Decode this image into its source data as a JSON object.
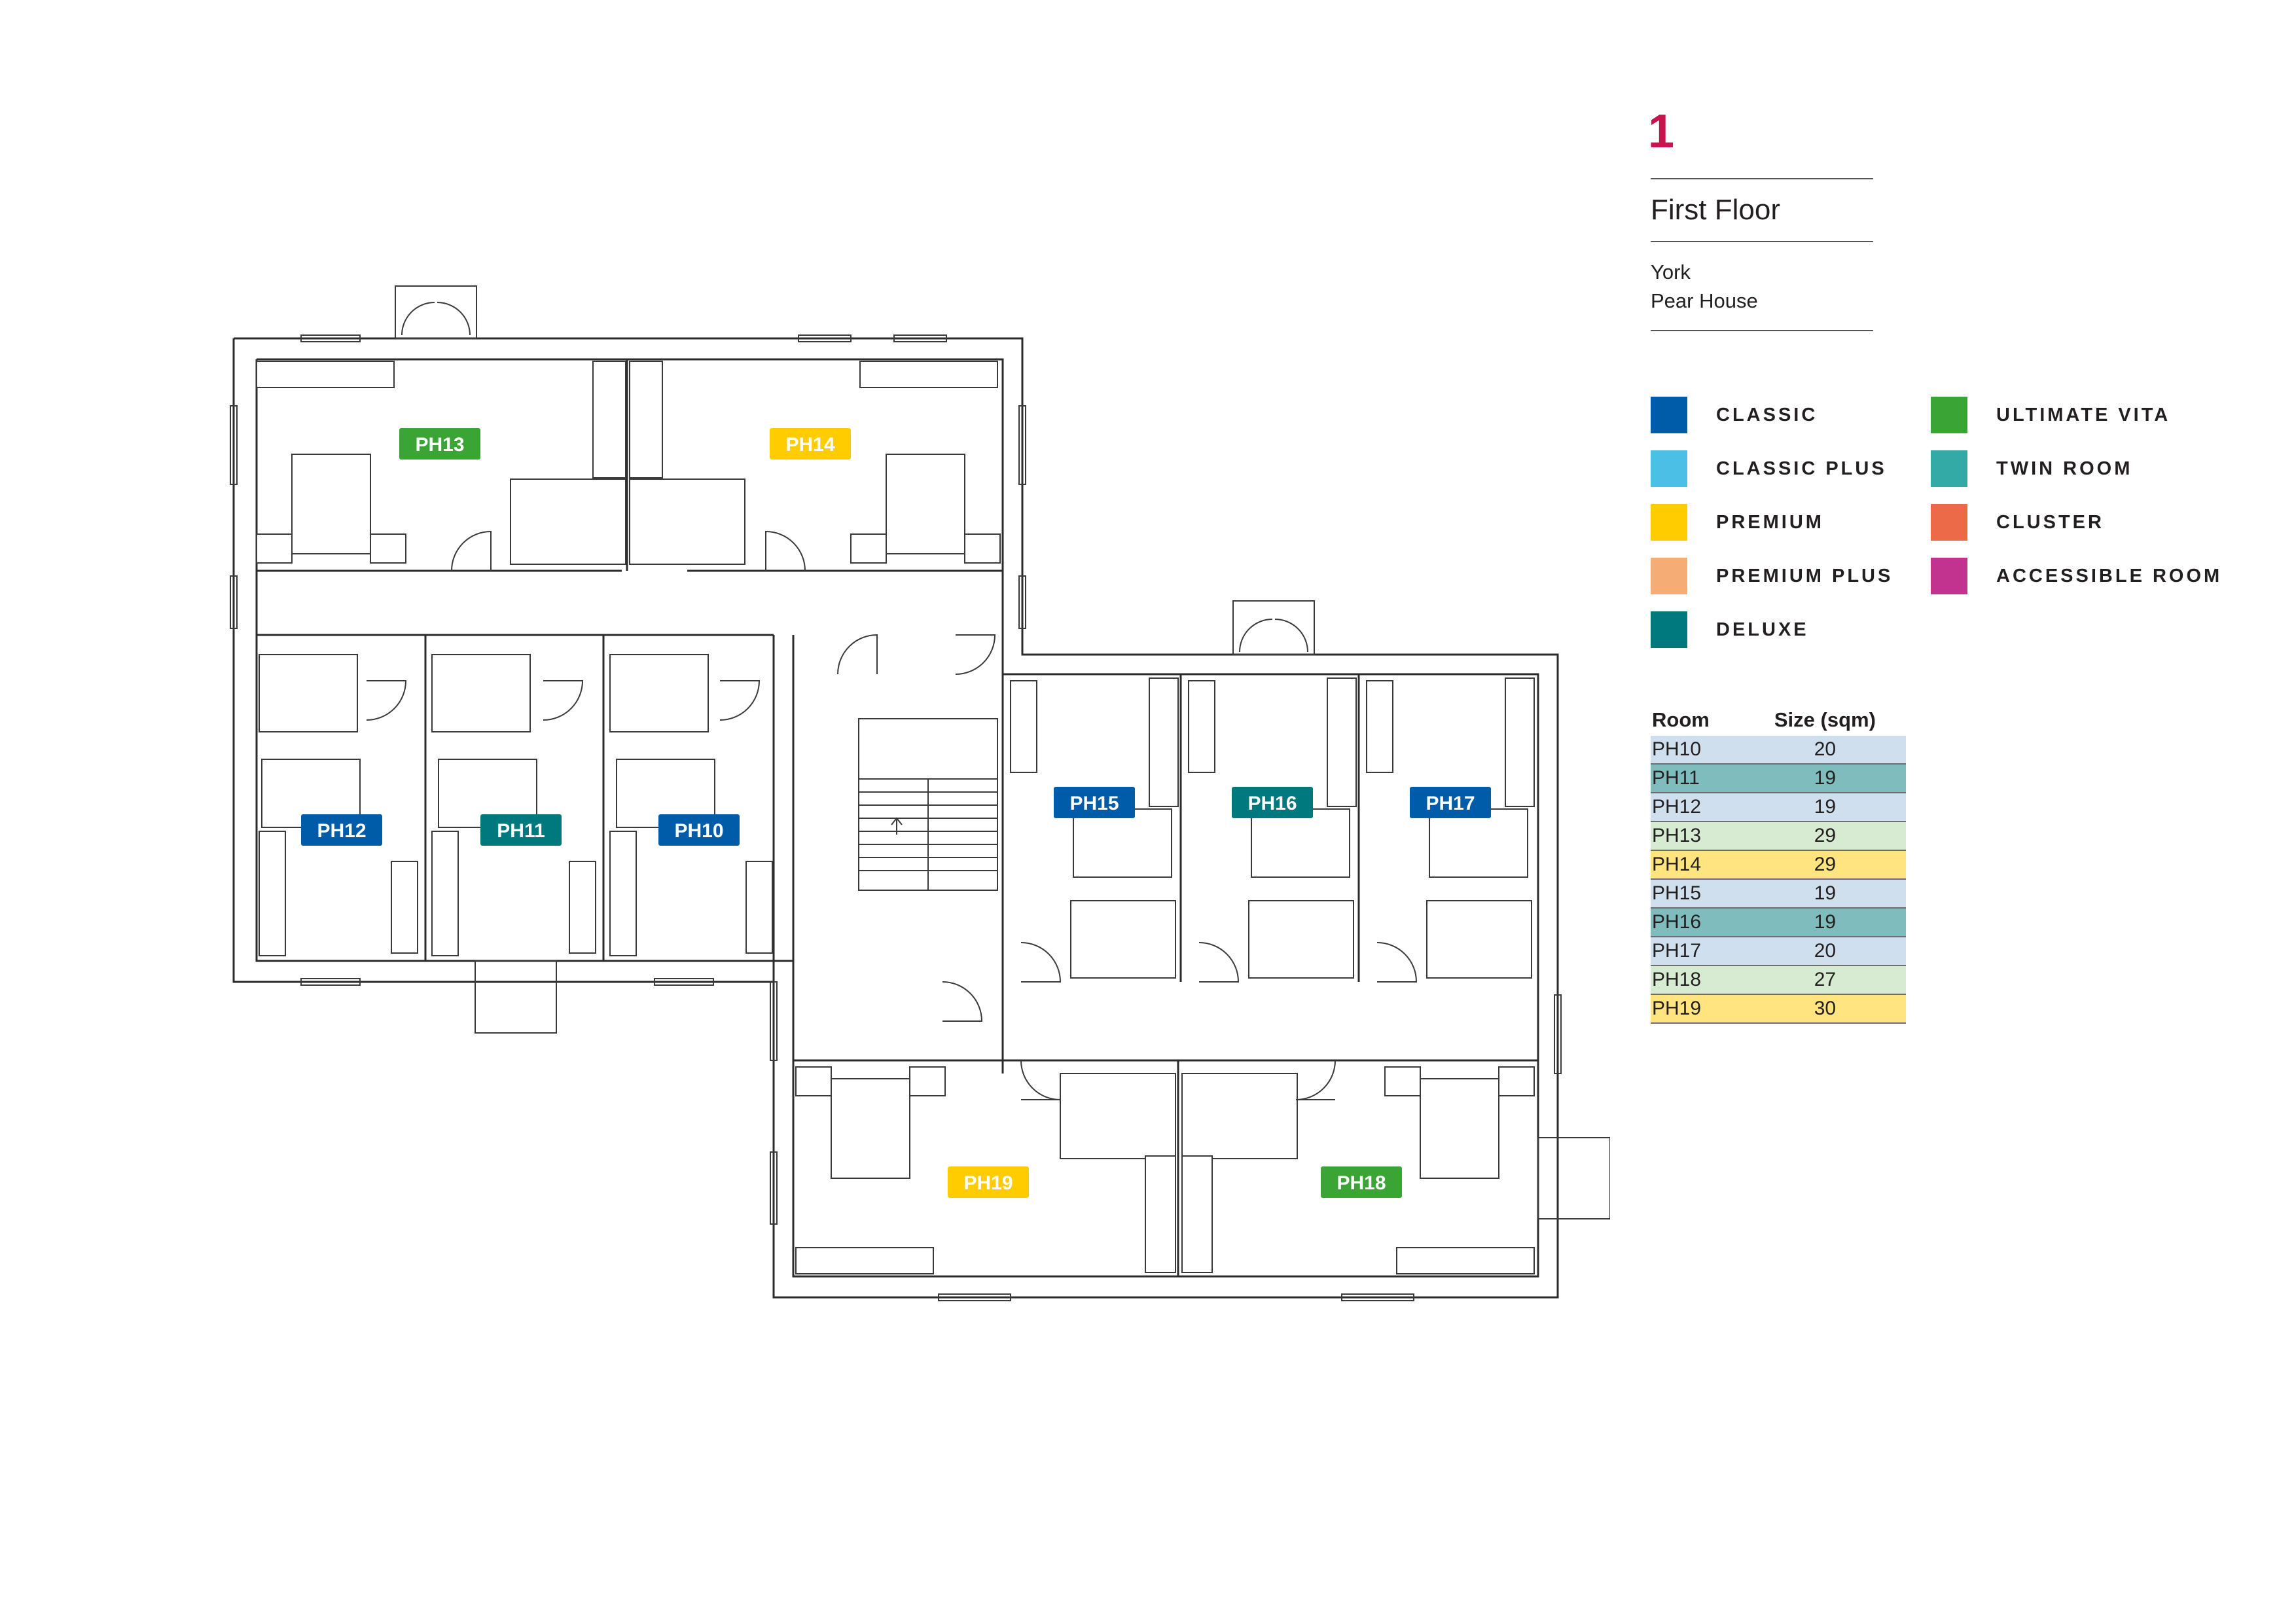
{
  "header": {
    "floor_number": "1",
    "floor_name": "First Floor",
    "location_line1": "York",
    "location_line2": "Pear House"
  },
  "legend": [
    {
      "label": "CLASSIC",
      "color": "#005ca9"
    },
    {
      "label": "CLASSIC PLUS",
      "color": "#4bbfe6"
    },
    {
      "label": "PREMIUM",
      "color": "#ffcc00"
    },
    {
      "label": "PREMIUM PLUS",
      "color": "#f6ac75"
    },
    {
      "label": "DELUXE",
      "color": "#00797e"
    },
    {
      "label": "ULTIMATE VITA",
      "color": "#3aa435"
    },
    {
      "label": "TWIN ROOM",
      "color": "#33aaa6"
    },
    {
      "label": "CLUSTER",
      "color": "#ec6a47"
    },
    {
      "label": "ACCESSIBLE ROOM",
      "color": "#c2338f"
    }
  ],
  "rooms": [
    {
      "id": "PH13",
      "type": "ULTIMATE VITA",
      "color": "#3aa435"
    },
    {
      "id": "PH14",
      "type": "PREMIUM",
      "color": "#ffcc00"
    },
    {
      "id": "PH12",
      "type": "CLASSIC",
      "color": "#005ca9"
    },
    {
      "id": "PH11",
      "type": "DELUXE",
      "color": "#00797e"
    },
    {
      "id": "PH10",
      "type": "CLASSIC",
      "color": "#005ca9"
    },
    {
      "id": "PH15",
      "type": "CLASSIC",
      "color": "#005ca9"
    },
    {
      "id": "PH16",
      "type": "DELUXE",
      "color": "#00797e"
    },
    {
      "id": "PH17",
      "type": "CLASSIC",
      "color": "#005ca9"
    },
    {
      "id": "PH19",
      "type": "PREMIUM",
      "color": "#ffcc00"
    },
    {
      "id": "PH18",
      "type": "ULTIMATE VITA",
      "color": "#3aa435"
    }
  ],
  "size_table": {
    "headers": [
      "Room",
      "Size (sqm)"
    ],
    "rows": [
      {
        "room": "PH10",
        "size": "20",
        "bg": "#cfdfed"
      },
      {
        "room": "PH11",
        "size": "19",
        "bg": "#7fbcbd"
      },
      {
        "room": "PH12",
        "size": "19",
        "bg": "#cfdfed"
      },
      {
        "room": "PH13",
        "size": "29",
        "bg": "#d6ebd2"
      },
      {
        "room": "PH14",
        "size": "29",
        "bg": "#ffe480"
      },
      {
        "room": "PH15",
        "size": "19",
        "bg": "#cfdfed"
      },
      {
        "room": "PH16",
        "size": "19",
        "bg": "#7fbcbd"
      },
      {
        "room": "PH17",
        "size": "20",
        "bg": "#cfdfed"
      },
      {
        "room": "PH18",
        "size": "27",
        "bg": "#d6ebd2"
      },
      {
        "room": "PH19",
        "size": "30",
        "bg": "#ffe480"
      }
    ]
  }
}
